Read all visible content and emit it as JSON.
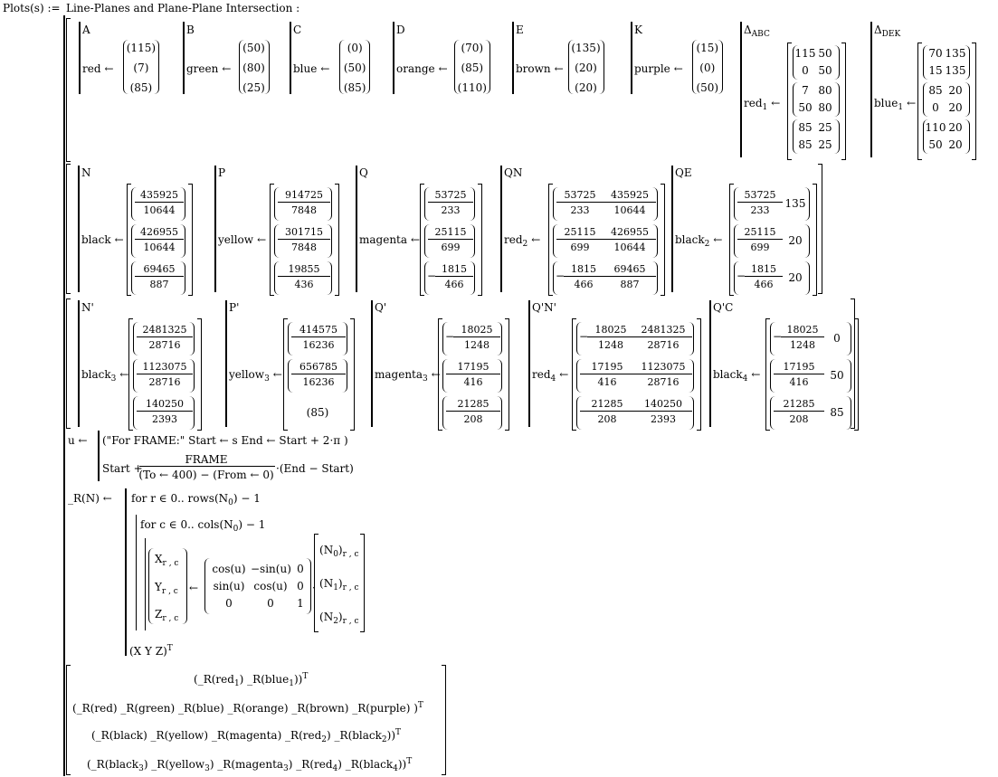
{
  "header": {
    "plots_label": "Plots(s) :=",
    "title": "Line-Planes and Plane-Plane Intersection :"
  },
  "row1": {
    "A": {
      "tag": "A",
      "var": "red",
      "arrow": "←",
      "vals": [
        "115",
        "7",
        "85"
      ]
    },
    "B": {
      "tag": "B",
      "var": "green",
      "arrow": "←",
      "vals": [
        "50",
        "80",
        "25"
      ]
    },
    "C": {
      "tag": "C",
      "var": "blue",
      "arrow": "←",
      "vals": [
        "0",
        "50",
        "85"
      ]
    },
    "D": {
      "tag": "D",
      "var": "orange",
      "arrow": "←",
      "vals": [
        "70",
        "85",
        "110"
      ]
    },
    "E": {
      "tag": "E",
      "var": "brown",
      "arrow": "←",
      "vals": [
        "135",
        "20",
        "20"
      ]
    },
    "K": {
      "tag": "K",
      "var": "purple",
      "arrow": "←",
      "vals": [
        "15",
        "0",
        "50"
      ]
    },
    "ABC": {
      "tag": "Δ",
      "tag_sub": "ABC",
      "var": "red",
      "var_sub": "1",
      "arrow": "←",
      "m": [
        [
          "115",
          "50"
        ],
        [
          "0",
          "50"
        ],
        [
          "7",
          "80"
        ],
        [
          "50",
          "80"
        ],
        [
          "85",
          "25"
        ],
        [
          "85",
          "25"
        ]
      ]
    },
    "DEK": {
      "tag": "Δ",
      "tag_sub": "DEK",
      "var": "blue",
      "var_sub": "1",
      "arrow": "←",
      "m": [
        [
          "70",
          "135"
        ],
        [
          "15",
          "135"
        ],
        [
          "85",
          "20"
        ],
        [
          "0",
          "20"
        ],
        [
          "110",
          "20"
        ],
        [
          "50",
          "20"
        ]
      ]
    }
  },
  "row2": {
    "N": {
      "tag": "N",
      "var": "black",
      "arrow": "←",
      "f": [
        [
          "435925",
          "10644"
        ],
        [
          "426955",
          "10644"
        ],
        [
          "69465",
          "887"
        ]
      ]
    },
    "P": {
      "tag": "P",
      "var": "yellow",
      "arrow": "←",
      "f": [
        [
          "914725",
          "7848"
        ],
        [
          "301715",
          "7848"
        ],
        [
          "19855",
          "436"
        ]
      ]
    },
    "Q": {
      "tag": "Q",
      "var": "magenta",
      "arrow": "←",
      "f": [
        [
          "53725",
          "233"
        ],
        [
          "25115",
          "699"
        ],
        [
          "1815",
          "466"
        ]
      ],
      "neg": "−"
    },
    "QN": {
      "tag": "QN",
      "var": "red",
      "var_sub": "2",
      "arrow": "←",
      "f": [
        [
          "53725",
          "233",
          "435925",
          "10644"
        ],
        [
          "25115",
          "699",
          "426955",
          "10644"
        ],
        [
          "1815",
          "466",
          "69465",
          "887"
        ]
      ]
    },
    "QE": {
      "tag": "QE",
      "var": "black",
      "var_sub": "2",
      "arrow": "←",
      "f": [
        [
          "53725",
          "233",
          "135"
        ],
        [
          "25115",
          "699",
          "20"
        ],
        [
          "1815",
          "466",
          "20"
        ]
      ]
    }
  },
  "row3": {
    "N": {
      "tag": "N'",
      "var": "black",
      "var_sub": "3",
      "arrow": "←",
      "f": [
        [
          "2481325",
          "28716"
        ],
        [
          "1123075",
          "28716"
        ],
        [
          "140250",
          "2393"
        ]
      ]
    },
    "P": {
      "tag": "P'",
      "var": "yellow",
      "var_sub": "3",
      "arrow": "←",
      "f": [
        [
          "414575",
          "16236"
        ],
        [
          "656785",
          "16236"
        ]
      ],
      "last": "85"
    },
    "Q": {
      "tag": "Q'",
      "var": "magenta",
      "var_sub": "3",
      "arrow": "←",
      "f": [
        [
          "18025",
          "1248"
        ],
        [
          "17195",
          "416"
        ],
        [
          "21285",
          "208"
        ]
      ]
    },
    "QN": {
      "tag": "Q'N'",
      "var": "red",
      "var_sub": "4",
      "arrow": "←",
      "f": [
        [
          "18025",
          "1248",
          "2481325",
          "28716"
        ],
        [
          "17195",
          "416",
          "1123075",
          "28716"
        ],
        [
          "21285",
          "208",
          "140250",
          "2393"
        ]
      ]
    },
    "QC": {
      "tag": "Q'C",
      "var": "black",
      "var_sub": "4",
      "arrow": "←",
      "f": [
        [
          "18025",
          "1248",
          "0"
        ],
        [
          "17195",
          "416",
          "50"
        ],
        [
          "21285",
          "208",
          "85"
        ]
      ]
    }
  },
  "u": {
    "label": "u ←",
    "line1": "(\"For FRAME:\"   Start ← s   End ← Start + 2·π )",
    "start": "Start +",
    "num": "FRAME",
    "den": "(To ← 400) − (From ← 0)",
    "tail": "·(End − Start)"
  },
  "rot": {
    "label": "_R(N) ←",
    "for_r": "for  r ∈ 0.. rows",
    "for_c": "for  c ∈ 0.. cols",
    "n0": "N",
    "rest": ") − 1",
    "X": "X",
    "Y": "Y",
    "Z": "Z",
    "rc": "r , c",
    "arrow": "←",
    "m": [
      [
        "cos(u)",
        "−sin(u)",
        "0"
      ],
      [
        "sin(u)",
        "cos(u)",
        "0"
      ],
      [
        "0",
        "0",
        "1"
      ]
    ],
    "ret": "(X  Y  Z)",
    "T": "T"
  },
  "result": {
    "l1": "_R(red",
    "l1b": ")  _R(blue",
    "l2": "(_R(red)   _R(green)   _R(blue)   _R(orange)   _R(brown)   _R(purple) )",
    "l3a": "(_R(black)   _R(yellow)   _R(magenta)   _R(red",
    "l3b": ")   _R(black",
    "l4a": "(_R(black",
    "l4b": ")   _R(yellow",
    "l4c": ")   _R(magenta",
    "l4d": ")   _R(red",
    "l4e": ")   _R(black",
    "T": "T"
  }
}
